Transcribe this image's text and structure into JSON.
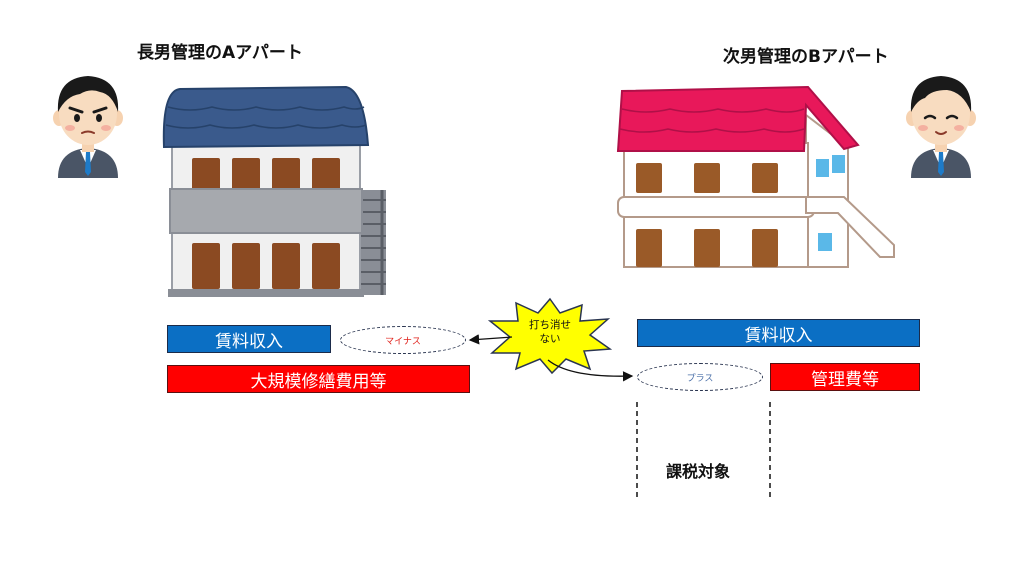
{
  "left": {
    "title": "長男管理のAアパート",
    "rent_income": "賃料収入",
    "minus_label": "マイナス",
    "expense": "大規模修繕費用等"
  },
  "right": {
    "title": "次男管理のBアパート",
    "rent_income": "賃料収入",
    "plus_label": "プラス",
    "expense": "管理費等",
    "taxable": "課税対象"
  },
  "center": {
    "star_line1": "打ち消せ",
    "star_line2": "ない"
  },
  "colors": {
    "income_blue": "#0b6fc4",
    "expense_red": "#ff0000",
    "star_yellow": "#ffff00",
    "roof_navy": "#3a5a8c",
    "roof_pink": "#e8185a",
    "minus_text": "#e0201a",
    "plus_text": "#4a6fa8"
  },
  "icons": [
    "worried-businessman-icon",
    "calm-businessman-icon",
    "gray-apartment-icon",
    "white-apartment-icon",
    "starburst-icon"
  ]
}
